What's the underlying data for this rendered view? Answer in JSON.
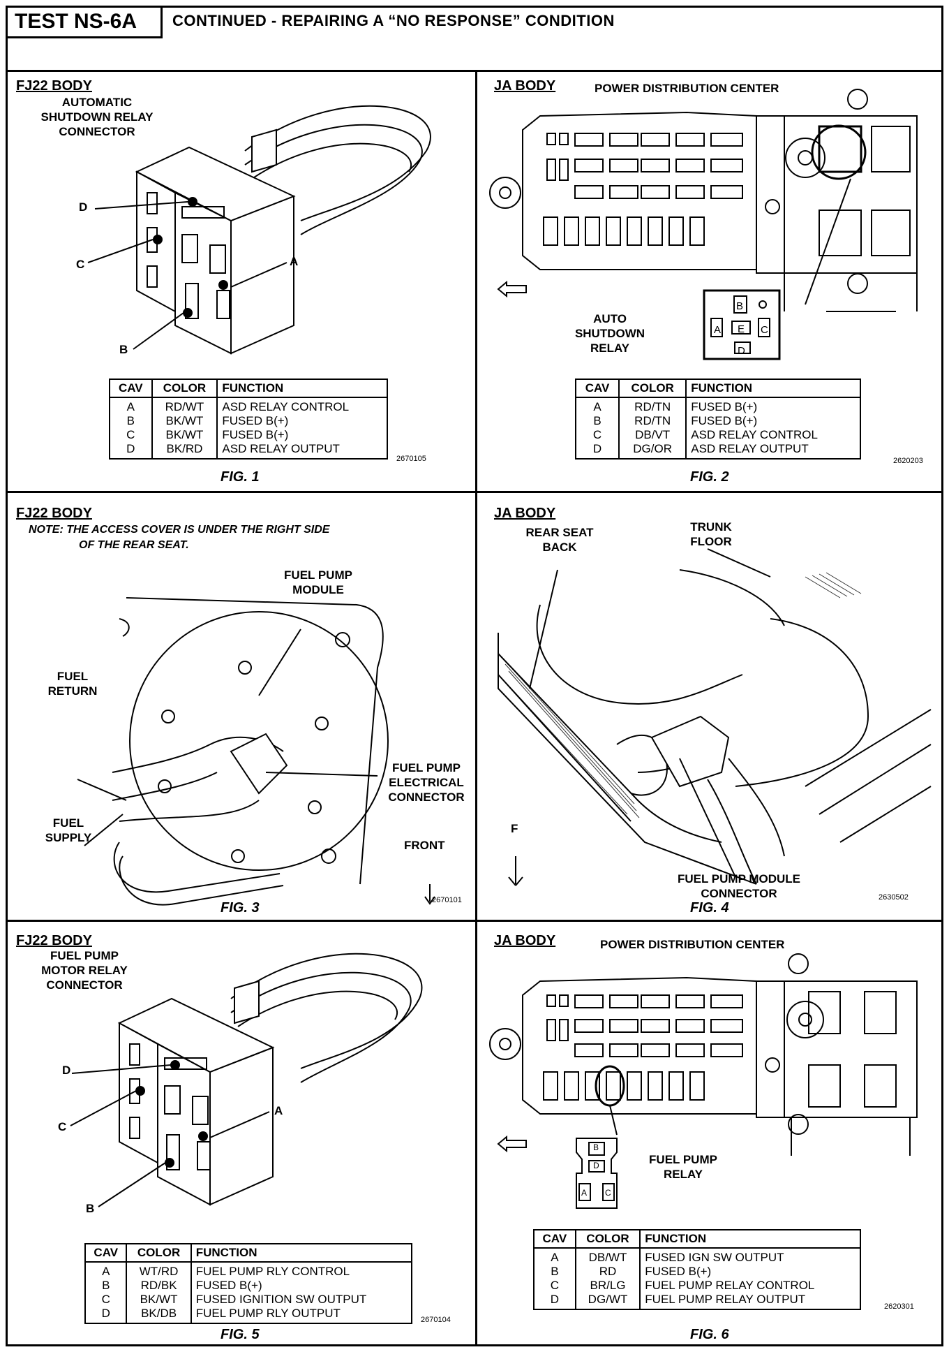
{
  "header": {
    "test_id": "TEST NS-6A",
    "title": "CONTINUED -  REPAIRING A “NO RESPONSE” CONDITION"
  },
  "table_headers": {
    "cav": "CAV",
    "color": "COLOR",
    "function": "FUNCTION"
  },
  "fig1": {
    "body": "FJ22 BODY",
    "title_lines": [
      "AUTOMATIC",
      "SHUTDOWN RELAY",
      "CONNECTOR"
    ],
    "callouts": {
      "a": "A",
      "b": "B",
      "c": "C",
      "d": "D"
    },
    "rows": [
      {
        "cav": "A",
        "color": "RD/WT",
        "function": "ASD RELAY CONTROL"
      },
      {
        "cav": "B",
        "color": "BK/WT",
        "function": "FUSED B(+)"
      },
      {
        "cav": "C",
        "color": "BK/WT",
        "function": "FUSED B(+)"
      },
      {
        "cav": "D",
        "color": "BK/RD",
        "function": "ASD RELAY OUTPUT"
      }
    ],
    "code": "2670105",
    "caption": "FIG. 1"
  },
  "fig2": {
    "body": "JA BODY",
    "title": "POWER DISTRIBUTION CENTER",
    "relay_label_lines": [
      "AUTO",
      "SHUTDOWN",
      "RELAY"
    ],
    "pins": {
      "a": "A",
      "b": "B",
      "c": "C",
      "d": "D",
      "e": "E"
    },
    "rows": [
      {
        "cav": "A",
        "color": "RD/TN",
        "function": "FUSED B(+)"
      },
      {
        "cav": "B",
        "color": "RD/TN",
        "function": "FUSED B(+)"
      },
      {
        "cav": "C",
        "color": "DB/VT",
        "function": "ASD RELAY CONTROL"
      },
      {
        "cav": "D",
        "color": "DG/OR",
        "function": "ASD RELAY OUTPUT"
      }
    ],
    "code": "2620203",
    "caption": "FIG. 2"
  },
  "fig3": {
    "body": "FJ22 BODY",
    "note_line1": "NOTE:  THE ACCESS COVER IS UNDER THE RIGHT SIDE",
    "note_line2": "OF THE REAR SEAT.",
    "labels": {
      "module": [
        "FUEL PUMP",
        "MODULE"
      ],
      "return": [
        "FUEL",
        "RETURN"
      ],
      "supply": [
        "FUEL",
        "SUPPLY"
      ],
      "connector": [
        "FUEL PUMP",
        "ELECTRICAL",
        "CONNECTOR"
      ],
      "front": "FRONT"
    },
    "code": "2670101",
    "caption": "FIG. 3"
  },
  "fig4": {
    "body": "JA BODY",
    "labels": {
      "rear_seat": [
        "REAR SEAT",
        "BACK"
      ],
      "trunk": [
        "TRUNK",
        "FLOOR"
      ],
      "module_conn": [
        "FUEL PUMP MODULE",
        "CONNECTOR"
      ],
      "f": "F"
    },
    "code": "2630502",
    "caption": "FIG. 4"
  },
  "fig5": {
    "body": "FJ22 BODY",
    "title_lines": [
      "FUEL PUMP",
      "MOTOR RELAY",
      "CONNECTOR"
    ],
    "callouts": {
      "a": "A",
      "b": "B",
      "c": "C",
      "d": "D"
    },
    "rows": [
      {
        "cav": "A",
        "color": "WT/RD",
        "function": "FUEL PUMP RLY CONTROL"
      },
      {
        "cav": "B",
        "color": "RD/BK",
        "function": "FUSED B(+)"
      },
      {
        "cav": "C",
        "color": "BK/WT",
        "function": "FUSED IGNITION SW OUTPUT"
      },
      {
        "cav": "D",
        "color": "BK/DB",
        "function": "FUEL PUMP RLY OUTPUT"
      }
    ],
    "code": "2670104",
    "caption": "FIG. 5"
  },
  "fig6": {
    "body": "JA BODY",
    "title": "POWER DISTRIBUTION CENTER",
    "relay_label_lines": [
      "FUEL PUMP",
      "RELAY"
    ],
    "pins": {
      "a": "A",
      "b": "B",
      "c": "C",
      "d": "D"
    },
    "rows": [
      {
        "cav": "A",
        "color": "DB/WT",
        "function": "FUSED IGN SW OUTPUT"
      },
      {
        "cav": "B",
        "color": "RD",
        "function": "FUSED B(+)"
      },
      {
        "cav": "C",
        "color": "BR/LG",
        "function": "FUEL PUMP RELAY CONTROL"
      },
      {
        "cav": "D",
        "color": "DG/WT",
        "function": "FUEL PUMP RELAY OUTPUT"
      }
    ],
    "code": "2620301",
    "caption": "FIG. 6"
  }
}
